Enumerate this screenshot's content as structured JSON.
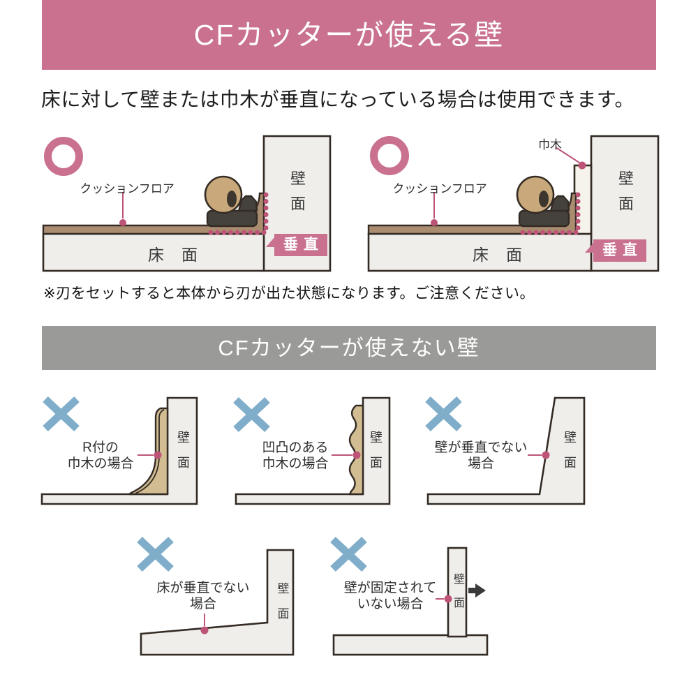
{
  "colors": {
    "pink": "#c9718f",
    "dot_pink": "#bd5478",
    "banner_gray": "#9a9a98",
    "x_blue": "#7fadca",
    "outline_ink": "#332b24",
    "surface_gray": "#efeeeb",
    "cushion_tan": "#aa8c71",
    "roll_tan": "#c9a97b",
    "roll_hole": "#3c362f",
    "tool_body": "#45413c",
    "baseboard_tan": "#d2bd93",
    "baseboard_cream": "#f6f3ea",
    "arrow_dark": "#3a3a3a",
    "text_dark": "#1c1c1c"
  },
  "icons": {
    "ok_mark": "circle-ring",
    "ng_mark": "x-mark",
    "wall_unfixed": "arrow-right"
  },
  "ok_section": {
    "banner_title": "CFカッターが使える壁",
    "intro": "床に対して壁または巾木が垂直になっている場合は使用できます。",
    "note": "※刃をセットすると本体から刃が出た状態になります。ご注意ください。",
    "badge_label": "垂直",
    "diagram_plain": {
      "cushion_floor_label": "クッションフロア",
      "wall_label": "壁面",
      "floor_label": "床　面"
    },
    "diagram_baseboard": {
      "baseboard_label": "巾木",
      "cushion_floor_label": "クッションフロア",
      "wall_label": "壁面",
      "floor_label": "床　面"
    }
  },
  "ng_section": {
    "banner_title": "CFカッターが使えない壁",
    "cases": [
      {
        "label_line1": "R付の",
        "label_line2": "巾木の場合",
        "wall_label": "壁面"
      },
      {
        "label_line1": "凹凸のある",
        "label_line2": "巾木の場合",
        "wall_label": "壁面"
      },
      {
        "label_line1": "壁が垂直でない",
        "label_line2": "場合",
        "wall_label": "壁面"
      },
      {
        "label_line1": "床が垂直でない",
        "label_line2": "場合",
        "wall_label": "壁面"
      },
      {
        "label_line1": "壁が固定されて",
        "label_line2": "いない場合",
        "wall_label": "壁面"
      }
    ]
  }
}
